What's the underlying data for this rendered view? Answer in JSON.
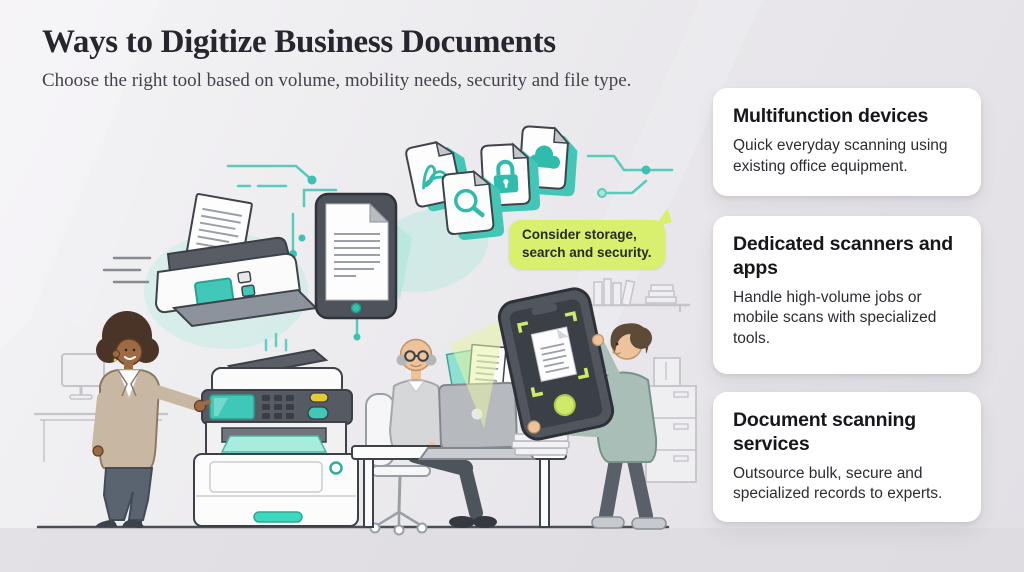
{
  "header": {
    "title": "Ways to Digitize Business Documents",
    "subtitle": "Choose the right tool based on volume, mobility needs, security and file type."
  },
  "illustration": {
    "speech_bubble": {
      "line1": "Consider storage,",
      "line2": "search and security."
    },
    "icons": [
      "sheetfed-scanner-icon",
      "tablet-document-icon",
      "pdf-document-icon",
      "search-document-icon",
      "lock-document-icon",
      "cloud-document-icon",
      "multifunction-printer-icon",
      "smartphone-scan-icon",
      "laptop-icon"
    ]
  },
  "cards": [
    {
      "title": "Multifunction devices",
      "body": "Quick everyday scanning using existing office equipment."
    },
    {
      "title": "Dedicated scanners and apps",
      "body": "Handle high-volume jobs or mobile scans with specialized tools."
    },
    {
      "title": "Document scanning services",
      "body": "Outsource bulk, secure and specialized records to experts."
    }
  ],
  "colors": {
    "teal": "#3fc7b7",
    "teal_light": "#bcebe2",
    "lime": "#d9ef6e",
    "background": "#e9e7ec",
    "card_bg": "#ffffff",
    "ink": "#26262e",
    "panel_gray": "#565b63"
  }
}
